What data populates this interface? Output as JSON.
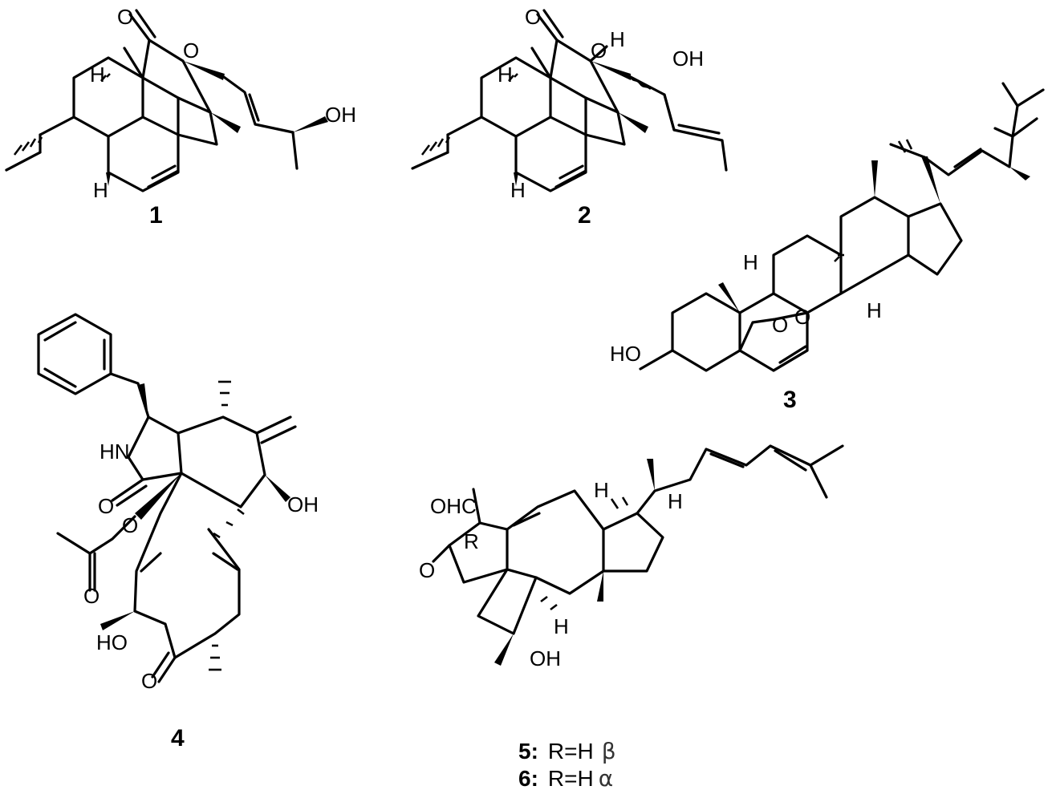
{
  "compounds": [
    {
      "id": "1",
      "atoms": {
        "ring_o": "O",
        "carbonyl_o": "O",
        "oh": "OH",
        "h_top": "H",
        "h_bottom": "H"
      }
    },
    {
      "id": "2",
      "atoms": {
        "ring_o": "O",
        "carbonyl_o": "O",
        "oh": "OH",
        "h_c": "H",
        "h_top": "H",
        "h_bottom": "H"
      }
    },
    {
      "id": "3",
      "atoms": {
        "o1": "O",
        "o2": "O",
        "ho": "HO",
        "h9": "H",
        "h14": "H"
      }
    },
    {
      "id": "4",
      "atoms": {
        "nh": "HN",
        "o_lactam": "O",
        "o_ester": "O",
        "o_acetyl": "O",
        "oh": "OH",
        "ho": "HO",
        "o_ketone": "O"
      }
    },
    {
      "id": "5",
      "atoms": {
        "ohc": "OHC",
        "r": "R",
        "o_ketone": "O",
        "oh": "OH",
        "h_a": "H",
        "h_b": "H",
        "h_c": "H"
      }
    }
  ],
  "captions": {
    "c5": {
      "label": "5:",
      "text": "R=H",
      "greek": "β"
    },
    "c6": {
      "label": "6:",
      "text": "R=H",
      "greek": "α"
    }
  }
}
